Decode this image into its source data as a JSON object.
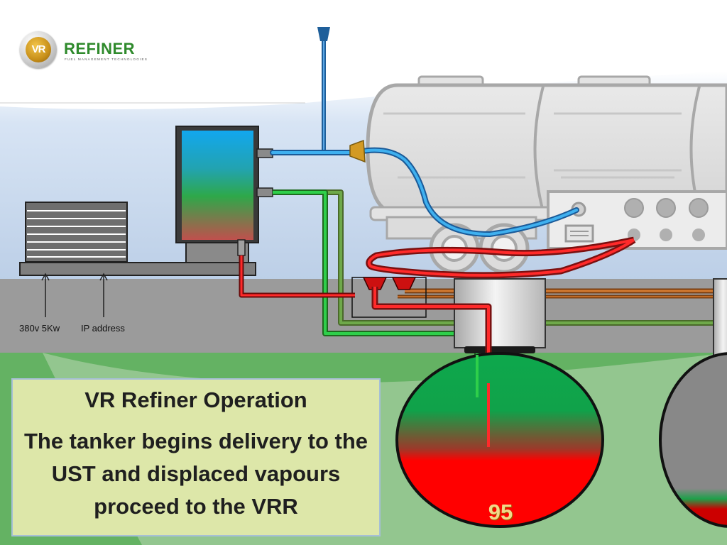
{
  "logo": {
    "badge_text": "VR",
    "name": "REFINER",
    "tagline": "FUEL MANAGEMENT TECHNOLOGIES"
  },
  "unit_labels": {
    "power": "380v 5Kw",
    "network": "IP address"
  },
  "caption": {
    "title": "VR Refiner Operation",
    "body": "The tanker begins delivery to the UST and displaced vapours proceed to the VRR"
  },
  "tank": {
    "grade_label": "95"
  },
  "colors": {
    "vapour_pipe": "#2a9d3a",
    "fuel_pipe": "#e41e1e",
    "air_pipe": "#3d8fd6",
    "ground": "#9b9b9b",
    "grass": "#5eae5a"
  }
}
